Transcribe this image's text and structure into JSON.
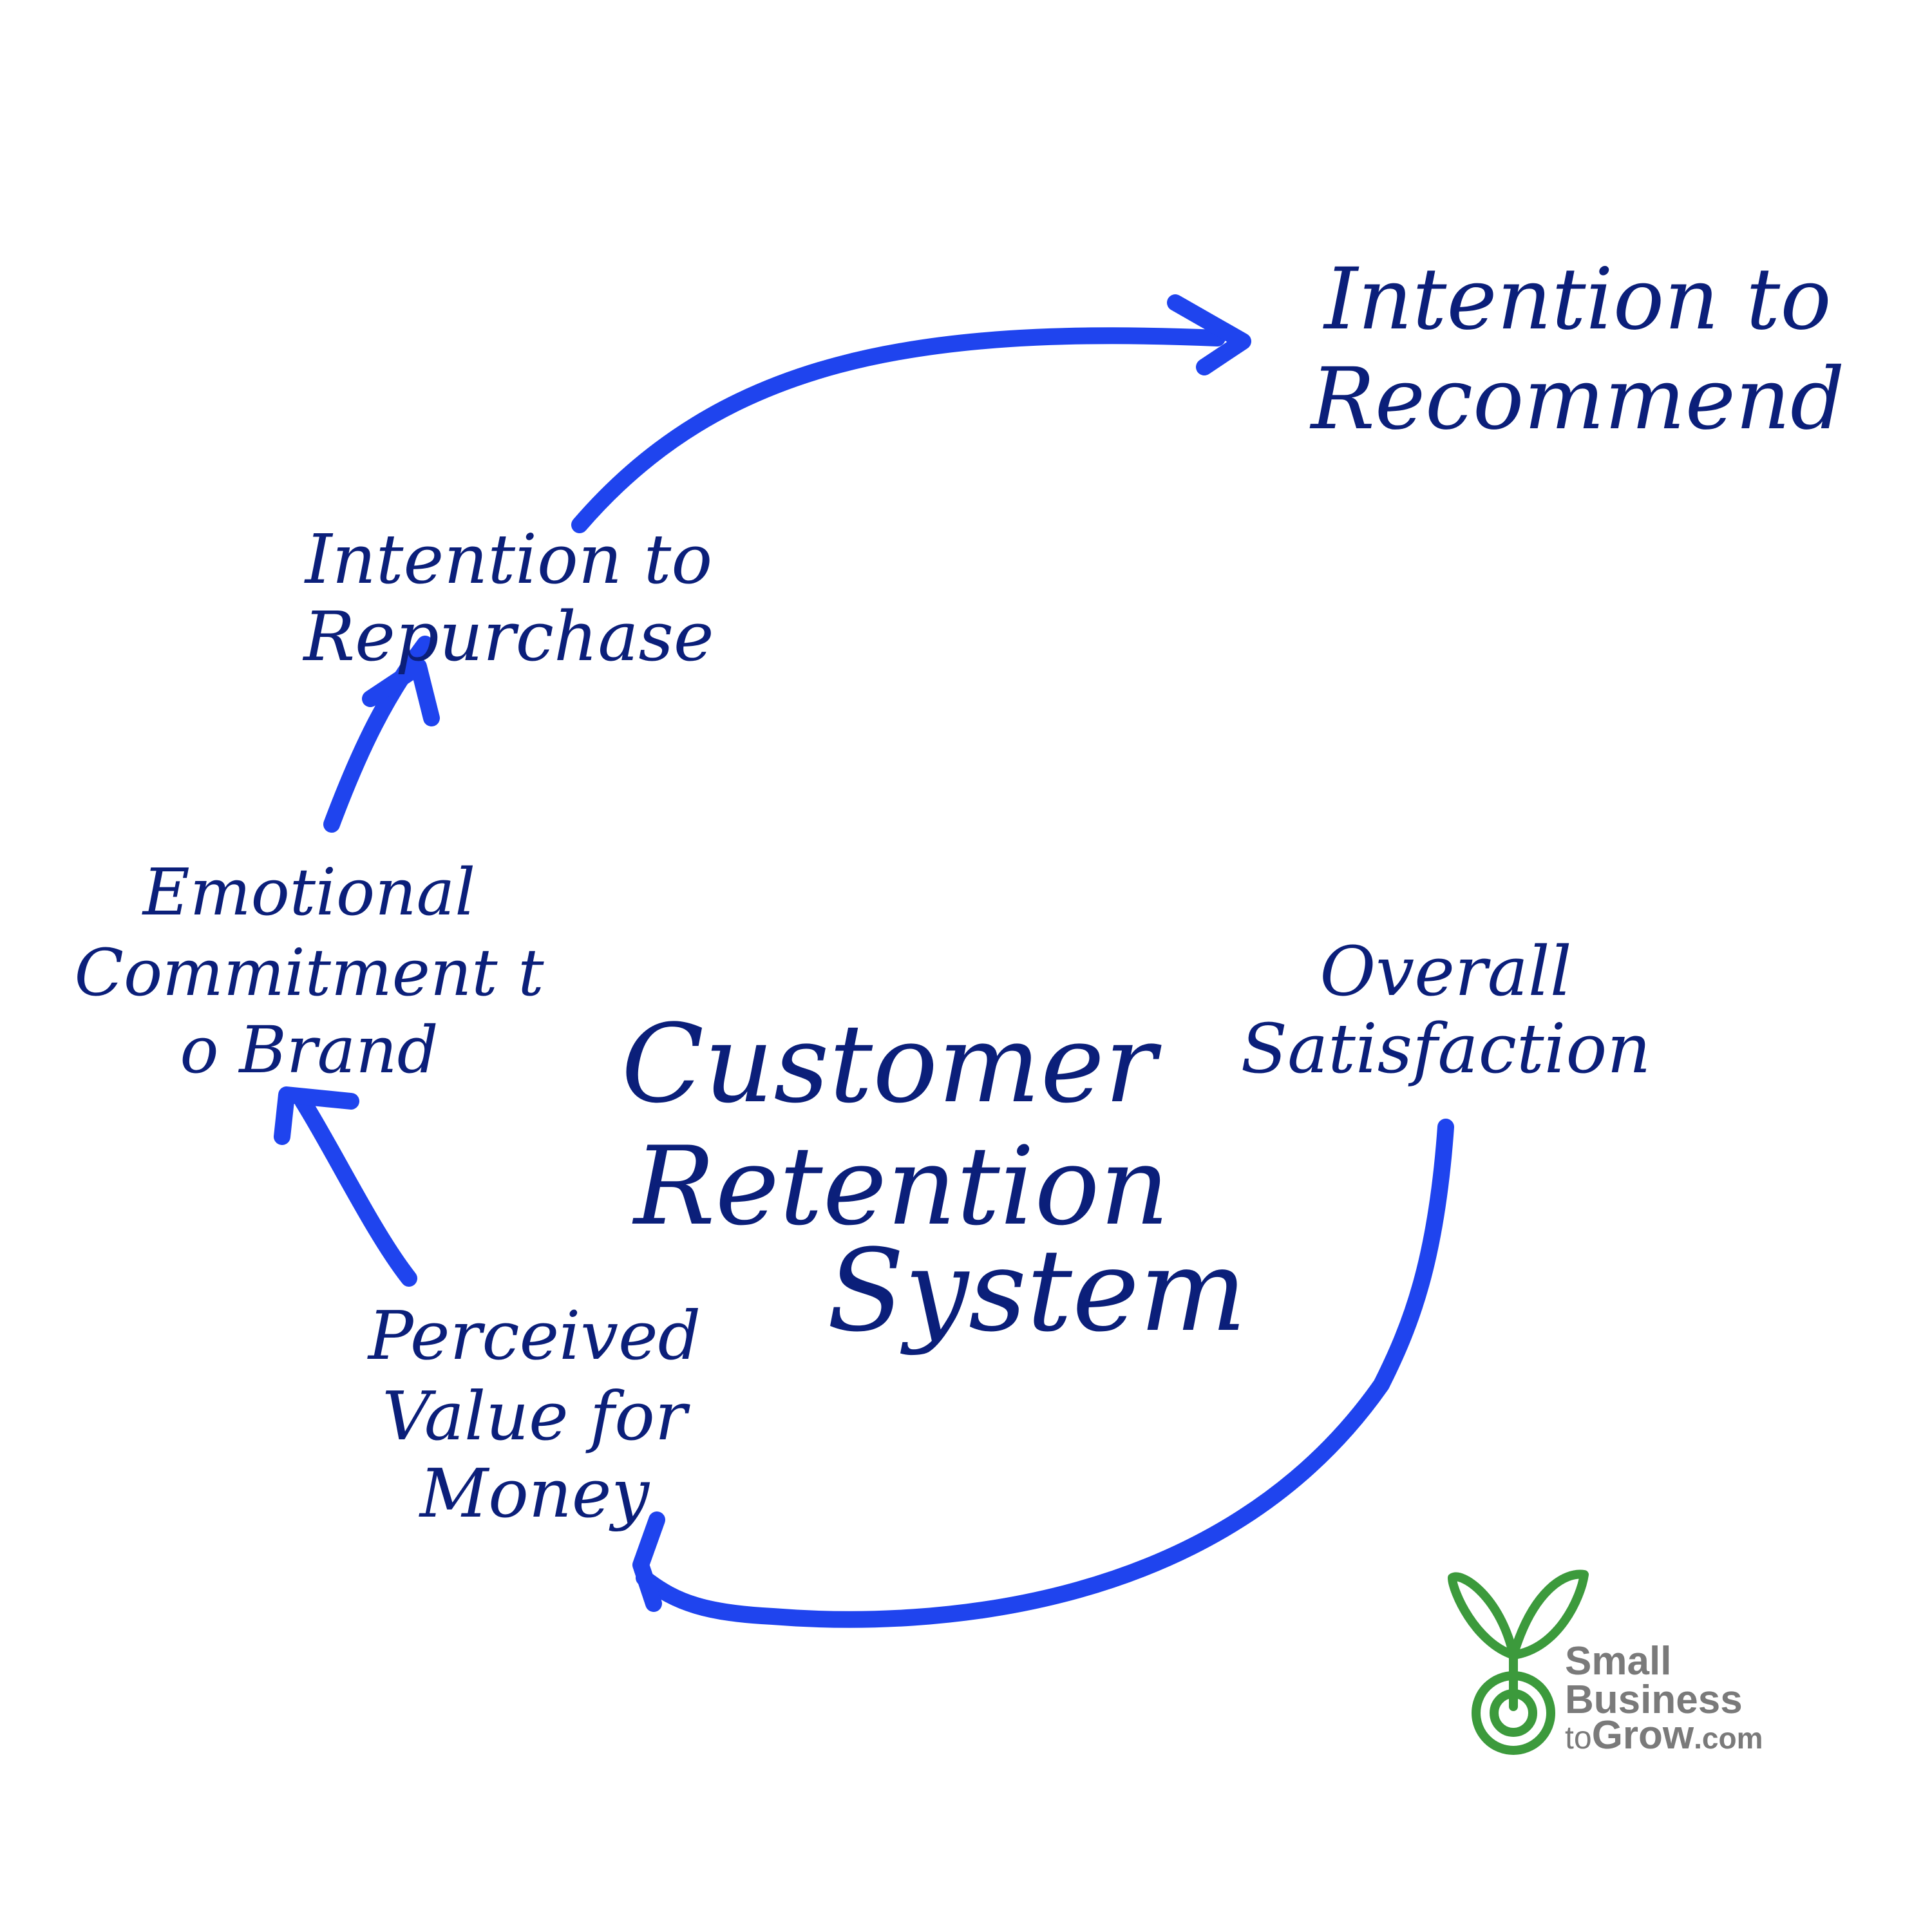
{
  "diagram": {
    "title": {
      "line1": "Customer",
      "line2": "Retention",
      "line3": "System"
    },
    "nodes": {
      "recommend": {
        "line1": "Intention to",
        "line2": "Recommend"
      },
      "repurchase": {
        "line1": "Intention to",
        "line2": "Repurchase"
      },
      "emotional": {
        "line1": "Emotional",
        "line2": "Commitment t",
        "line3": "o Brand"
      },
      "satisfaction": {
        "line1": "Overall",
        "line2": "Satisfaction"
      },
      "value": {
        "line1": "Perceived",
        "line2": "Value for",
        "line3": "Money"
      }
    },
    "colors": {
      "arrow": "#1f44ee",
      "text": "#0b1f7a"
    }
  },
  "logo": {
    "line1": "Small",
    "line2": "Business",
    "line3_prefix": "to",
    "line3_main": "Grow",
    "line3_suffix": ".com",
    "colors": {
      "icon": "#3c9a3c",
      "text": "#7a7a7a"
    }
  }
}
